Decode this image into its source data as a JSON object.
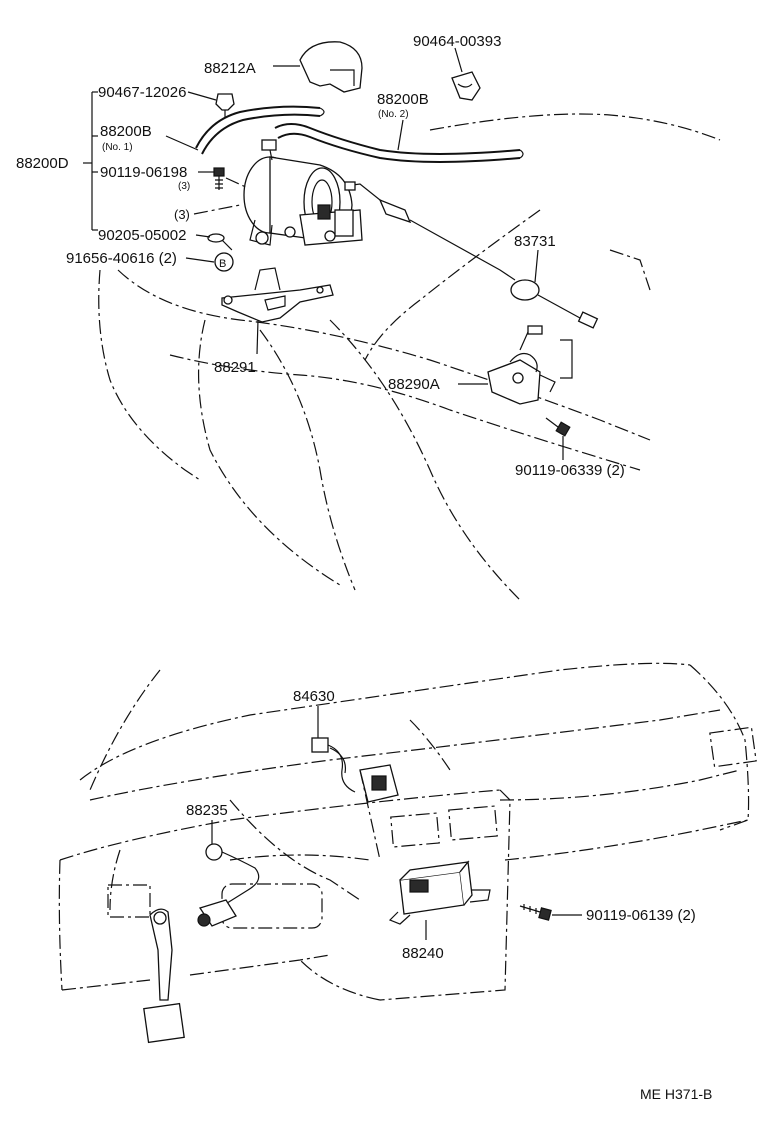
{
  "upper_labels": {
    "p88212A": "88212A",
    "p90464": "90464-00393",
    "p90467": "90467-12026",
    "p88200B_1": "88200B",
    "no1": "(No. 1)",
    "p88200B_2": "88200B",
    "no2": "(No. 2)",
    "p88200D": "88200D",
    "p90119_06198": "90119-06198",
    "qty3a": "(3)",
    "qty3b": "(3)",
    "p90205": "90205-05002",
    "p91656": "91656-40616 (2)",
    "markB": "B",
    "p83731": "83731",
    "p88291": "88291",
    "p88290A": "88290A",
    "p90119_06339": "90119-06339 (2)"
  },
  "lower_labels": {
    "p84630": "84630",
    "p88235": "88235",
    "p88240": "88240",
    "p90119_06139": "90119-06139 (2)"
  },
  "footer": {
    "code": "ME  H371-B"
  }
}
